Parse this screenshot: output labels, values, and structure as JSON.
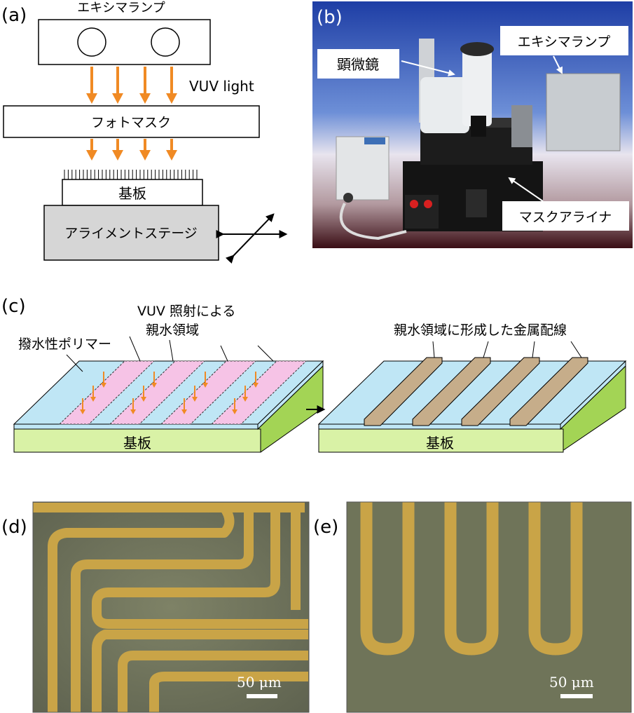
{
  "panel_a": {
    "label": "(a)",
    "lamp": "エキシマランプ",
    "light": "VUV light",
    "photomask": "フォトマスク",
    "substrate": "基板",
    "stage": "アライメントステージ"
  },
  "panel_b": {
    "label": "(b)",
    "microscope": "顕微鏡",
    "lamp": "エキシマランプ",
    "aligner": "マスクアライナ"
  },
  "panel_c": {
    "label": "(c)",
    "polymer": "撥水性ポリマー",
    "vuv_line1": "VUV 照射による",
    "vuv_line2": "親水領域",
    "wiring": "親水領域に形成した金属配線",
    "substrate_left": "基板",
    "substrate_right": "基板"
  },
  "panel_d": {
    "label": "(d)",
    "scale": "50 μm"
  },
  "panel_e": {
    "label": "(e)",
    "scale": "50 μm"
  },
  "colors": {
    "arrow": "#f08a24",
    "polymer": "#bfe6f5",
    "hydrophilic": "#f6c3e6",
    "substrate": "#d9f2a6",
    "metal": "#c6ad8a",
    "stage": "#d6d6d6",
    "micro_bg": "#74785d",
    "micro_line": "#caa348"
  }
}
